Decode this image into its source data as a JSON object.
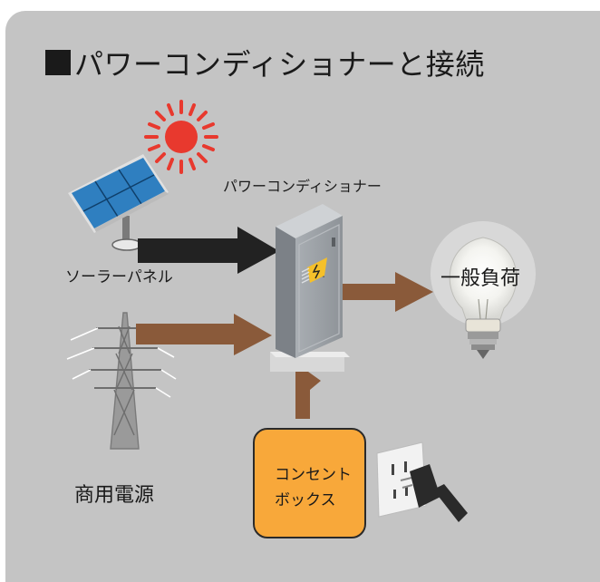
{
  "title": "パワーコンディショナーと接続",
  "labels": {
    "power_conditioner": "パワーコンディショナー",
    "solar_panel": "ソーラーパネル",
    "general_load": "一般負荷",
    "commercial_power": "商用電源",
    "outlet_box_line1": "コンセント",
    "outlet_box_line2": "ボックス"
  },
  "colors": {
    "background": "#c4c4c4",
    "sun": "#e8392e",
    "dc_arrow": "#222222",
    "ac_arrow": "#8a5a3a",
    "outlet_box": "#f8a83a",
    "panel": "#2f7fc0",
    "cabinet": "#9ea3a8"
  },
  "icons": [
    "sun-icon",
    "solar-panel-icon",
    "transmission-tower-icon",
    "power-conditioner-cabinet-icon",
    "light-bulb-icon",
    "wall-outlet-plug-icon"
  ]
}
